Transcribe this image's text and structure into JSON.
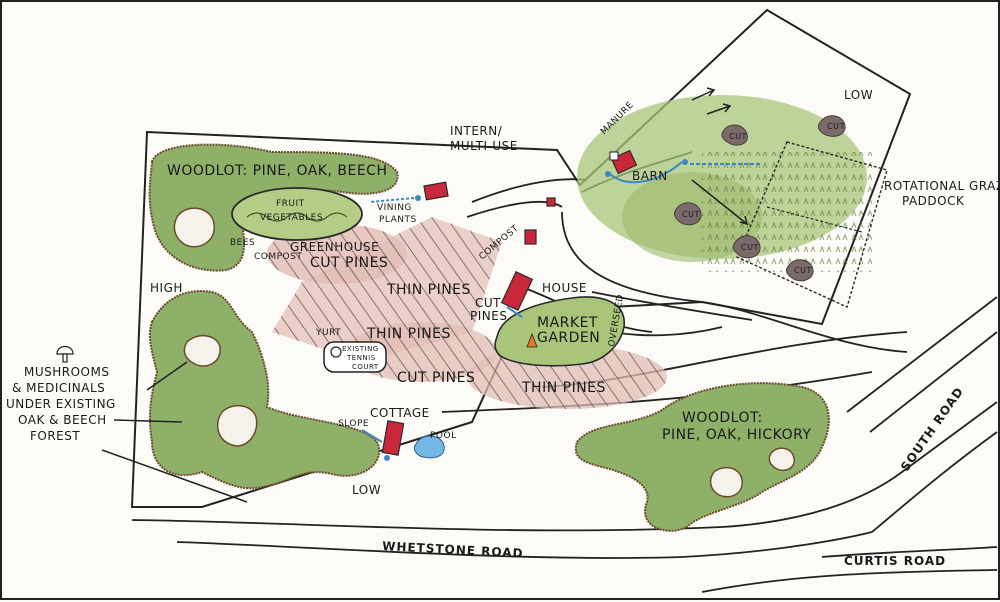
{
  "colors": {
    "woodland_fill": "#8fb069",
    "woodland_edge": "#6b4a2c",
    "clearing_fill": "#a9c57a",
    "thin_pines_fill": "#e2bdb4",
    "cut_mark": "#7a6a6a",
    "building": "#c8283a",
    "water": "#74b7e3",
    "arrow": "#3d86c6"
  },
  "labels": {
    "woodlot_nw": "WOODLOT: PINE, OAK, BEECH",
    "fruit": "FRUIT",
    "vegetables": "VEGETABLES",
    "vining": "VINING",
    "plants": "PLANTS",
    "bees": "BEES",
    "compost_nw": "COMPOST",
    "greenhouse": "GREENHOUSE",
    "intern_1": "INTERN/",
    "intern_2": "MULTI-USE",
    "manure": "MANURE",
    "barn": "BARN",
    "low_ne": "LOW",
    "rotational_1": "ROTATIONAL GRAZING",
    "rotational_2": "PADDOCK",
    "cut_pines_nw": "CUT PINES",
    "high": "HIGH",
    "thin_pines_1": "THIN PINES",
    "thin_pines_2": "THIN PINES",
    "thin_pines_3": "THIN PINES",
    "compost_house": "COMPOST",
    "cut_1": "CUT",
    "cut_2": "PINES",
    "house": "HOUSE",
    "market_1": "MARKET",
    "market_2": "GARDEN",
    "overseed": "OVERSEED",
    "yurt": "YURT",
    "tennis_1": "EXISTING",
    "tennis_2": "TENNIS",
    "tennis_3": "COURT",
    "cut_pines_mid": "CUT PINES",
    "mushrooms_1": "MUSHROOMS",
    "mushrooms_2": "& MEDICINALS",
    "mushrooms_3": "UNDER EXISTING",
    "mushrooms_4": "OAK & BEECH",
    "mushrooms_5": "FOREST",
    "slope": "SLOPE",
    "cottage": "COTTAGE",
    "pool": "POOL",
    "low_sw": "LOW",
    "woodlot_se_1": "WOODLOT:",
    "woodlot_se_2": "PINE, OAK, HICKORY",
    "whetstone": "WHETSTONE ROAD",
    "south_road": "SOUTH ROAD",
    "curtis": "CURTIS ROAD",
    "cut_tag": "CUT"
  }
}
